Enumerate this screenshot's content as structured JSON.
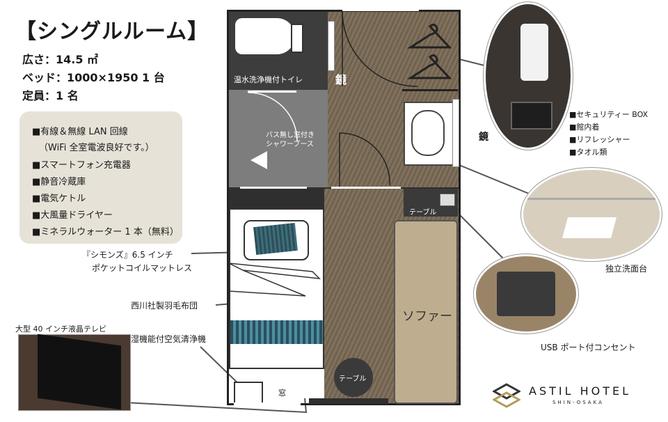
{
  "header": {
    "title": "【シングルルーム】",
    "area": "広さ：14.5 ㎡",
    "bed": "ベッド：1000×1950 1 台",
    "capacity": "定員：1 名"
  },
  "amenities": [
    "■有線＆無線 LAN 回線",
    "（WiFi 全室電波良好です。）",
    "■スマートフォン充電器",
    "■静音冷蔵庫",
    "■電気ケトル",
    "■大風量ドライヤー",
    "■ミネラルウォーター 1 本（無料）"
  ],
  "plan": {
    "toilet": "温水洗浄機付トイレ",
    "mirror_left": "鏡",
    "mirror_right": "鏡",
    "shower": "バス無し窓付き シャワーブース",
    "table_top": "テーブル",
    "sofa": "ソファー",
    "table_round": "テーブル",
    "window": "窓"
  },
  "callouts": {
    "mattress_line1": "『シモンズ』6.5 インチ",
    "mattress_line2": "ポケットコイルマットレス",
    "futon": "西川社製羽毛布団",
    "purifier": "加湿機能付空気清浄機",
    "tv": "大型 40 インチ液晶テレビ",
    "outlet": "USB ポート付コンセント",
    "vanity": "独立洗面台"
  },
  "closet_items": [
    "■セキュリティー BOX",
    "■館内着",
    "■リフレッシャー",
    "■タオル類"
  ],
  "brand": {
    "name": "ASTIL HOTEL",
    "sub": "SHIN-OSAKA"
  }
}
